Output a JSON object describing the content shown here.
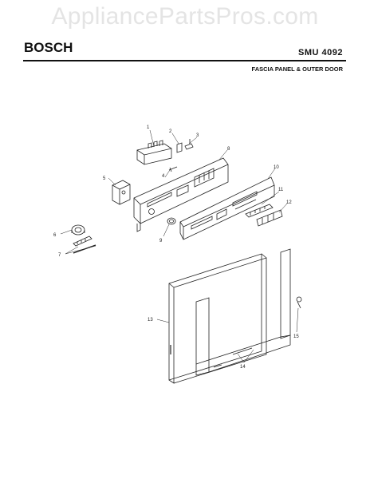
{
  "watermark": "AppliancePartsPros.com",
  "header": {
    "brand": "BOSCH",
    "model": "SMU 4092",
    "section_title": "FASCIA PANEL & OUTER DOOR"
  },
  "callouts": [
    "1",
    "2",
    "3",
    "4",
    "5",
    "6",
    "7",
    "8",
    "9",
    "10",
    "11",
    "12",
    "13",
    "14",
    "15"
  ]
}
